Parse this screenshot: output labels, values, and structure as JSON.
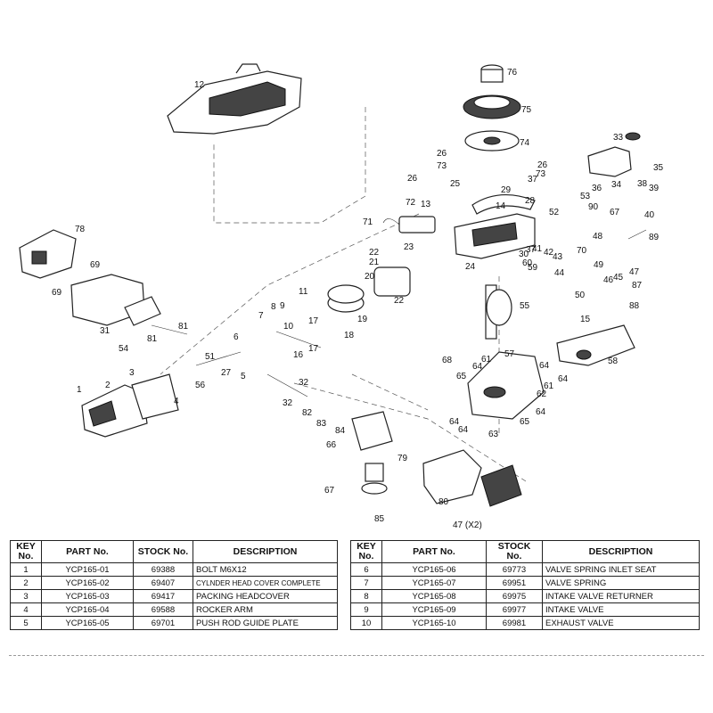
{
  "diagram": {
    "callouts": [
      "1",
      "2",
      "3",
      "4",
      "5",
      "6",
      "7",
      "8",
      "9",
      "10",
      "11",
      "12",
      "13",
      "14",
      "15",
      "16",
      "17",
      "18",
      "19",
      "20",
      "21",
      "22",
      "23",
      "24",
      "25",
      "26",
      "27",
      "28",
      "29",
      "30",
      "31",
      "32",
      "33",
      "34",
      "35",
      "36",
      "37",
      "38",
      "39",
      "40",
      "41",
      "42",
      "43",
      "44",
      "45",
      "46",
      "47",
      "48",
      "49",
      "50",
      "51",
      "52",
      "53",
      "54",
      "55",
      "56",
      "57",
      "58",
      "59",
      "60",
      "61",
      "62",
      "63",
      "64",
      "65",
      "66",
      "67",
      "68",
      "69",
      "70",
      "71",
      "72",
      "73",
      "74",
      "75",
      "76",
      "78",
      "79",
      "80",
      "81",
      "82",
      "83",
      "84",
      "85",
      "87",
      "88",
      "89",
      "90",
      "47 (X2)"
    ]
  },
  "table_headers": {
    "key": "KEY No.",
    "part": "PART No.",
    "stock": "STOCK No.",
    "description": "DESCRIPTION"
  },
  "table_left": [
    {
      "key": "1",
      "part": "YCP165-01",
      "stock": "69388",
      "description": "BOLT M6X12"
    },
    {
      "key": "2",
      "part": "YCP165-02",
      "stock": "69407",
      "description": "CYLNDER HEAD COVER COMPLETE"
    },
    {
      "key": "3",
      "part": "YCP165-03",
      "stock": "69417",
      "description": "PACKING HEADCOVER"
    },
    {
      "key": "4",
      "part": "YCP165-04",
      "stock": "69588",
      "description": "ROCKER ARM"
    },
    {
      "key": "5",
      "part": "YCP165-05",
      "stock": "69701",
      "description": "PUSH ROD GUIDE PLATE"
    }
  ],
  "table_right": [
    {
      "key": "6",
      "part": "YCP165-06",
      "stock": "69773",
      "description": "VALVE SPRING INLET SEAT"
    },
    {
      "key": "7",
      "part": "YCP165-07",
      "stock": "69951",
      "description": "VALVE SPRING"
    },
    {
      "key": "8",
      "part": "YCP165-08",
      "stock": "69975",
      "description": "INTAKE VALVE RETURNER"
    },
    {
      "key": "9",
      "part": "YCP165-09",
      "stock": "69977",
      "description": "INTAKE VALVE"
    },
    {
      "key": "10",
      "part": "YCP165-10",
      "stock": "69981",
      "description": "EXHAUST VALVE"
    }
  ]
}
